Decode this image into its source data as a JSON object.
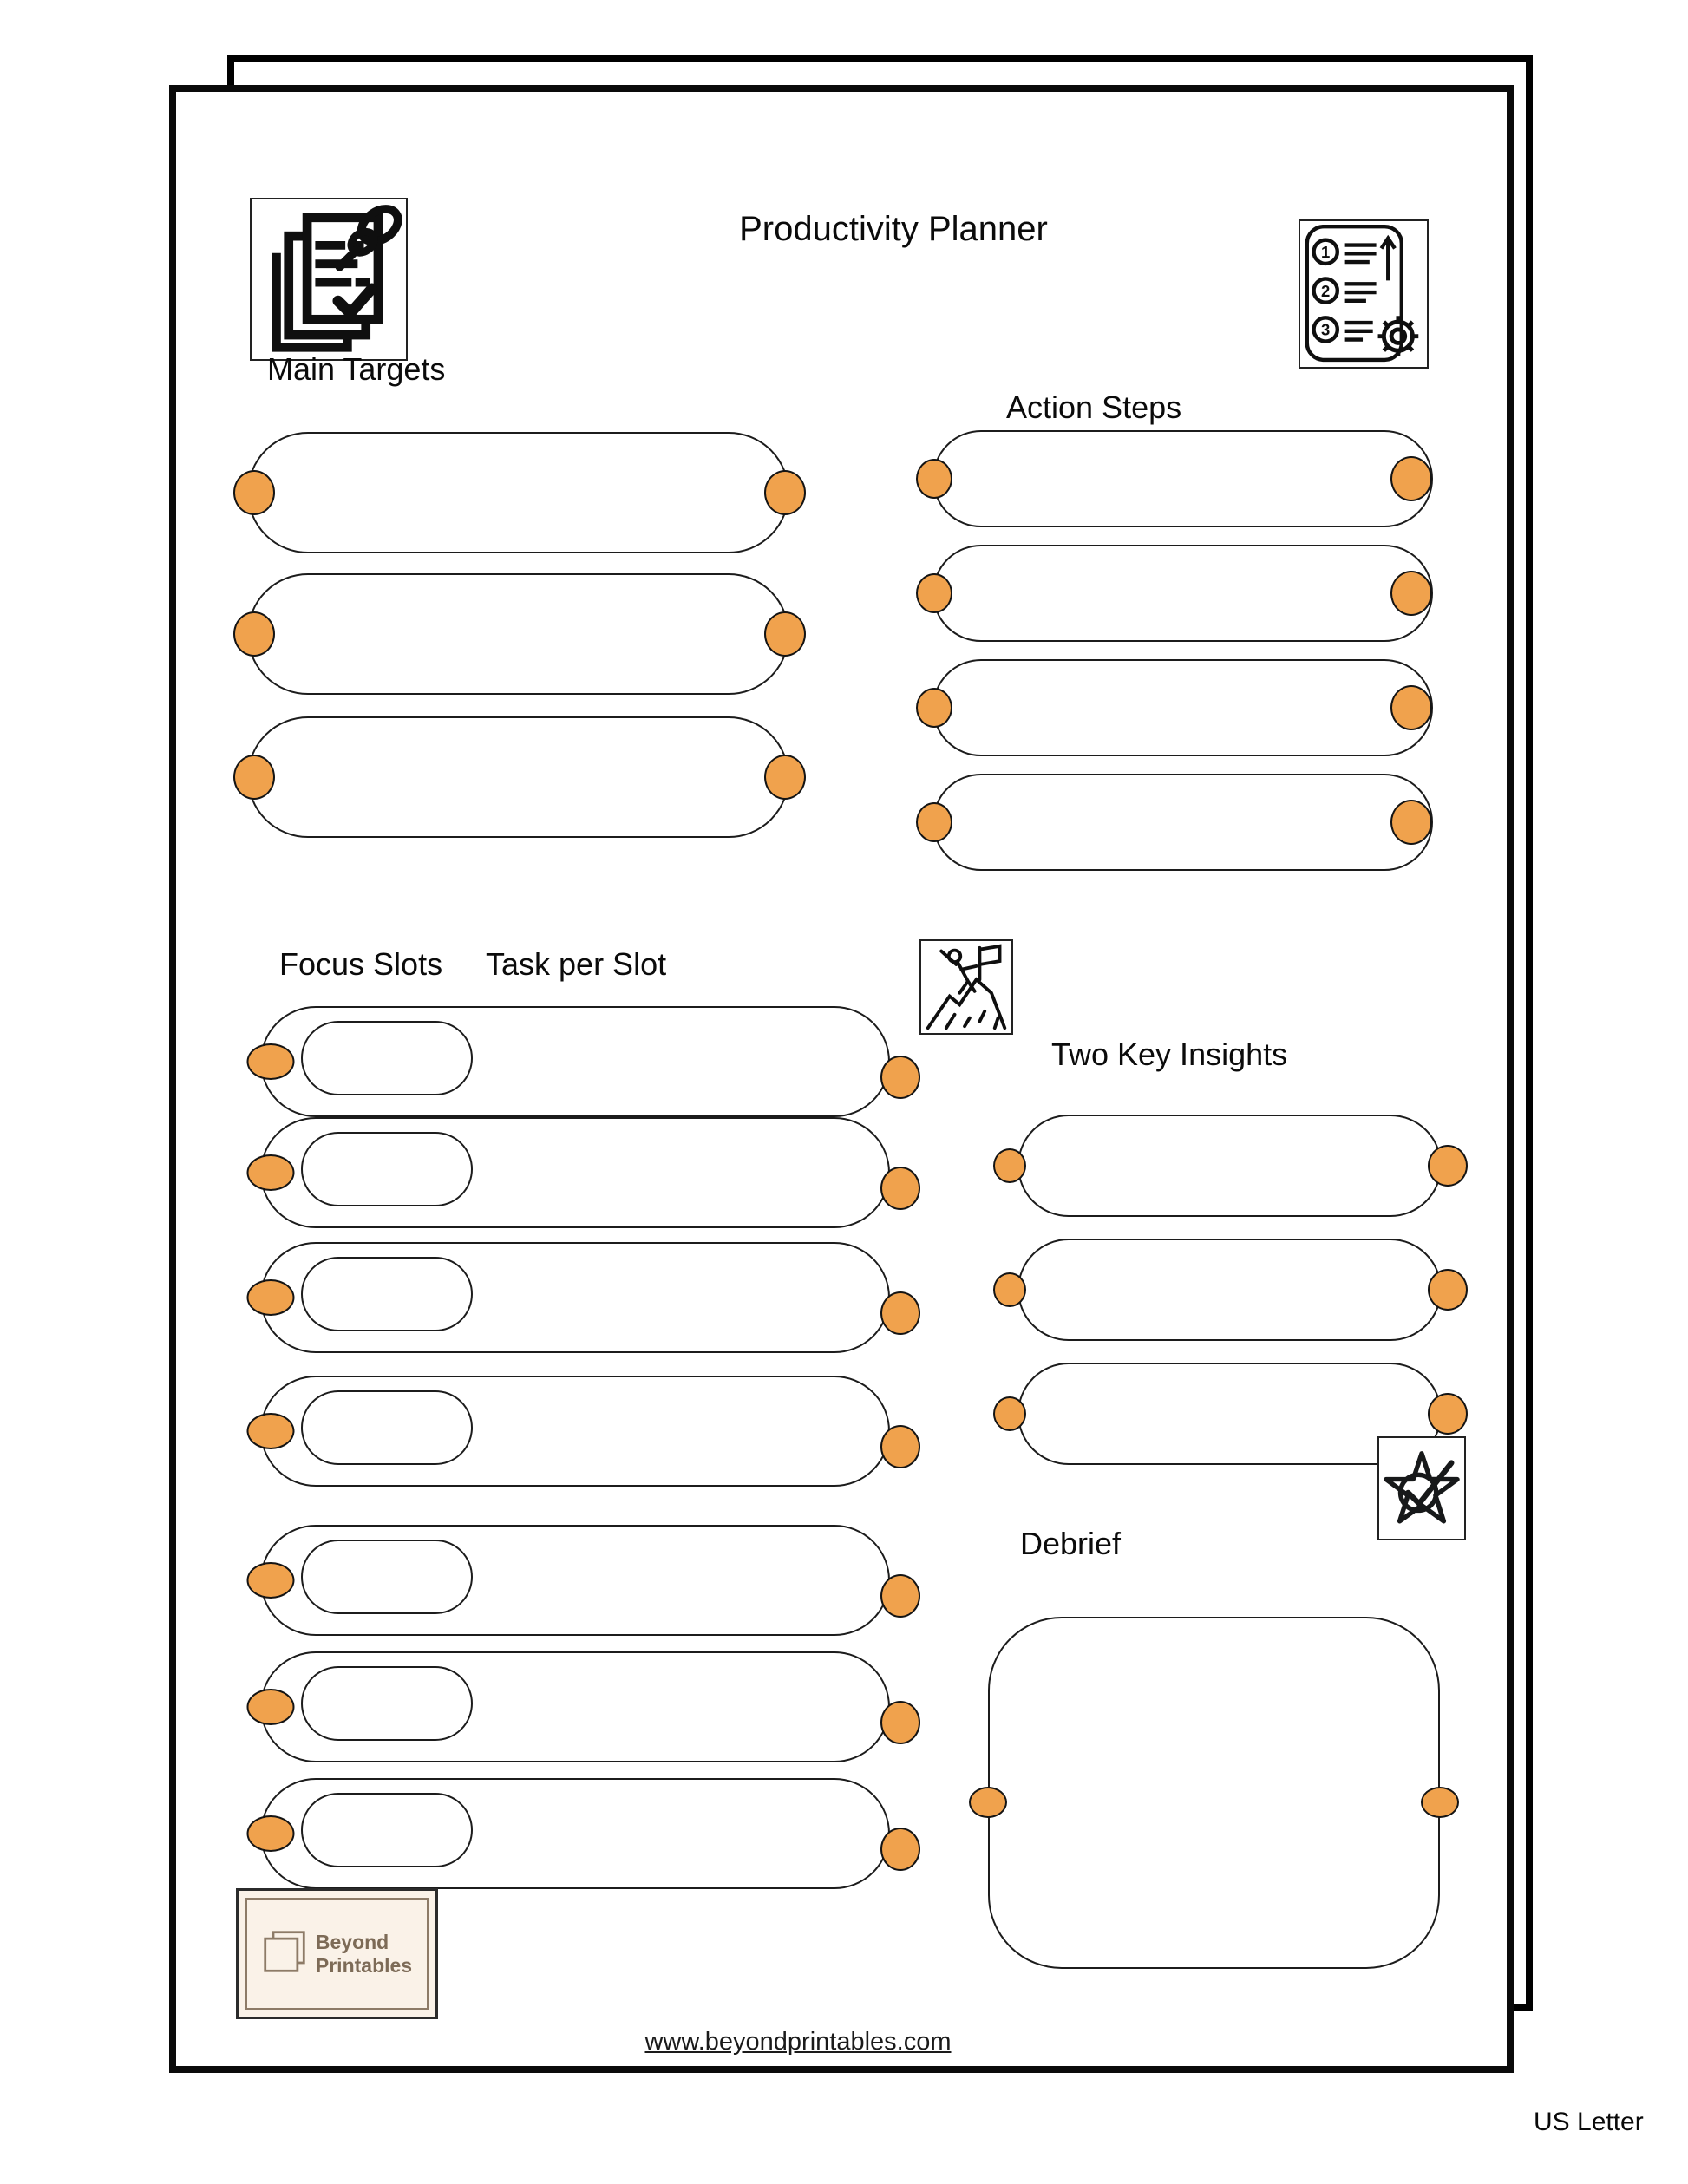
{
  "page": {
    "title": "Productivity Planner"
  },
  "sections": {
    "main_targets": {
      "label": "Main Targets",
      "icon": "pinned-notes-icon",
      "row_count": 3
    },
    "action_steps": {
      "label": "Action Steps",
      "icon": "numbered-steps-gear-icon",
      "row_count": 4
    },
    "focus_slots": {
      "label_left": "Focus Slots",
      "label_right": "Task per Slot",
      "icon": "summit-flag-icon",
      "row_count": 7
    },
    "two_key_insights": {
      "label": "Two Key Insights",
      "row_count": 3
    },
    "debrief": {
      "label": "Debrief",
      "icon": "star-check-icon"
    }
  },
  "logo": {
    "line1": "Beyond",
    "line2": "Printables",
    "icon": "stacked-pages-icon"
  },
  "footer": {
    "website": "www.beyondprintables.com",
    "size_label": "US Letter"
  },
  "colors": {
    "accent": "#F0A24D",
    "line": "#1C1C1C",
    "page_border": "#000000",
    "logo_bg": "#FAF2E8",
    "logo_text": "#7D6B57"
  }
}
